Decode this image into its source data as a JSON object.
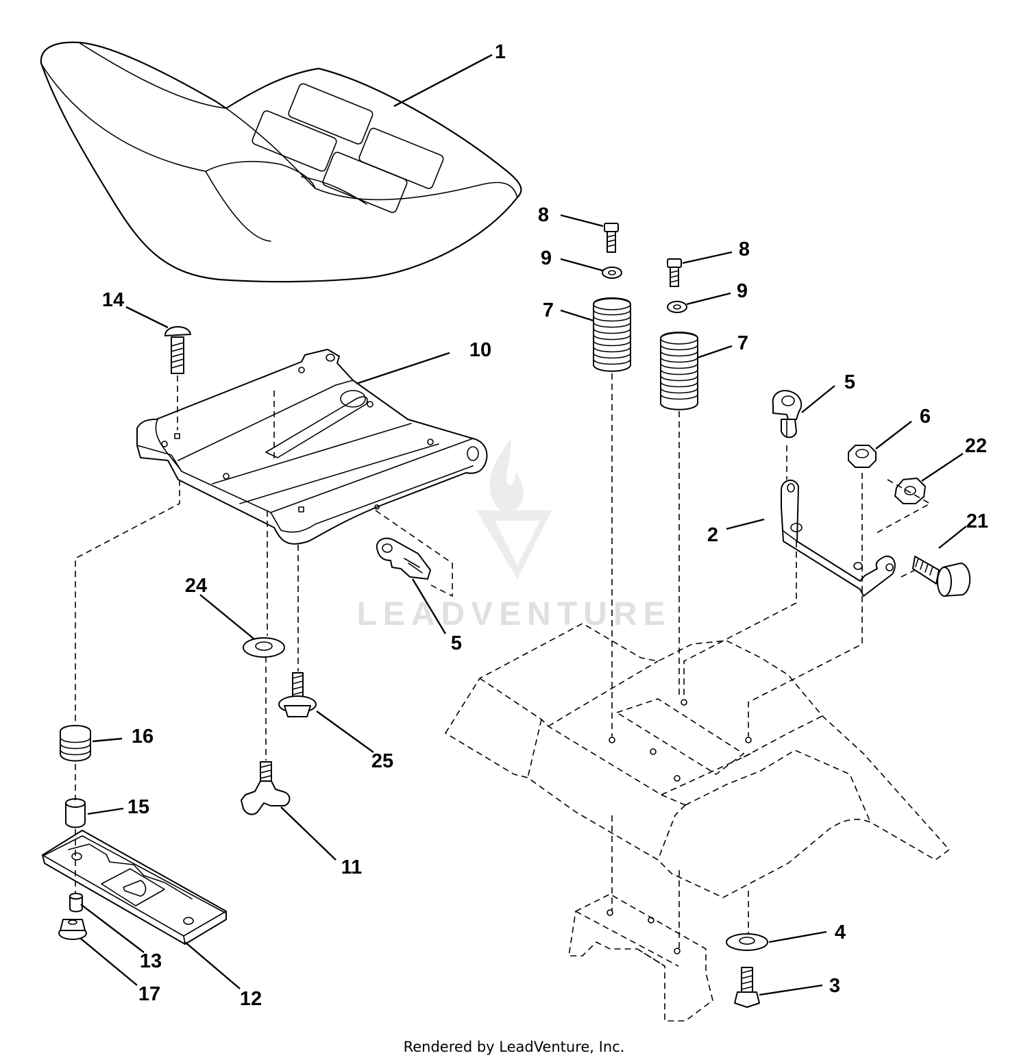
{
  "diagram": {
    "callouts": [
      {
        "id": "c1",
        "label": "1"
      },
      {
        "id": "c2",
        "label": "2"
      },
      {
        "id": "c3",
        "label": "3"
      },
      {
        "id": "c4",
        "label": "4"
      },
      {
        "id": "c5a",
        "label": "5"
      },
      {
        "id": "c5b",
        "label": "5"
      },
      {
        "id": "c6",
        "label": "6"
      },
      {
        "id": "c7a",
        "label": "7"
      },
      {
        "id": "c7b",
        "label": "7"
      },
      {
        "id": "c8a",
        "label": "8"
      },
      {
        "id": "c8b",
        "label": "8"
      },
      {
        "id": "c9a",
        "label": "9"
      },
      {
        "id": "c9b",
        "label": "9"
      },
      {
        "id": "c10",
        "label": "10"
      },
      {
        "id": "c11",
        "label": "11"
      },
      {
        "id": "c12",
        "label": "12"
      },
      {
        "id": "c13",
        "label": "13"
      },
      {
        "id": "c14",
        "label": "14"
      },
      {
        "id": "c15",
        "label": "15"
      },
      {
        "id": "c16",
        "label": "16"
      },
      {
        "id": "c17",
        "label": "17"
      },
      {
        "id": "c21",
        "label": "21"
      },
      {
        "id": "c22",
        "label": "22"
      },
      {
        "id": "c24",
        "label": "24"
      },
      {
        "id": "c25",
        "label": "25"
      }
    ],
    "watermark": "LEADVENTURE"
  },
  "footer": {
    "text": "Rendered by LeadVenture, Inc."
  }
}
